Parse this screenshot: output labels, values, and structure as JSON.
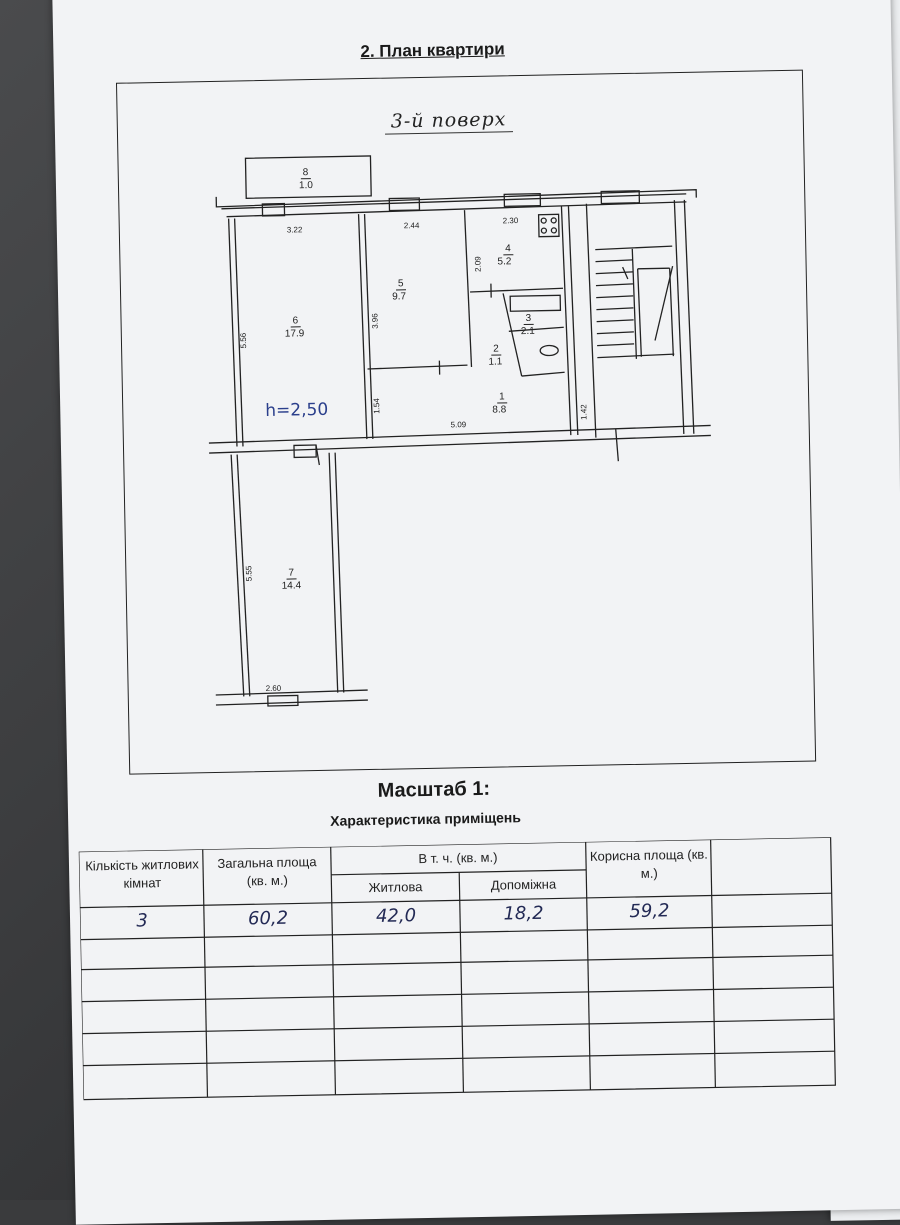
{
  "document": {
    "title": "2. План квартири",
    "floor_label": "3-й поверх",
    "scale_label": "Масштаб 1:",
    "section_title": "Характеристика приміщень",
    "ceiling_height": "h=2,50"
  },
  "rooms": [
    {
      "num": "1",
      "area": "8.8"
    },
    {
      "num": "2",
      "area": "1.1"
    },
    {
      "num": "3",
      "area": "2.1"
    },
    {
      "num": "4",
      "area": "5.2"
    },
    {
      "num": "5",
      "area": "9.7"
    },
    {
      "num": "6",
      "area": "17.9"
    },
    {
      "num": "7",
      "area": "14.4"
    },
    {
      "num": "8",
      "area": "1.0"
    }
  ],
  "dimensions": {
    "d322": "3.22",
    "d244": "2.44",
    "d230": "2.30",
    "d209": "2.09",
    "d556": "5.56",
    "d396": "3.96",
    "d154": "1.54",
    "d509": "5.09",
    "d142": "1.42",
    "d555": "5.55",
    "d260": "2.60"
  },
  "table": {
    "headers": {
      "rooms_count": "Кількість житлових кімнат",
      "total_area": "Загальна площа (кв. м.)",
      "including": "В т. ч. (кв. м.)",
      "living": "Житлова",
      "auxiliary": "Допоміжна",
      "useful_area": "Корисна площа (кв. м.)"
    },
    "row": {
      "rooms_count": "3",
      "total_area": "60,2",
      "living": "42,0",
      "auxiliary": "18,2",
      "useful_area": "59,2"
    }
  }
}
